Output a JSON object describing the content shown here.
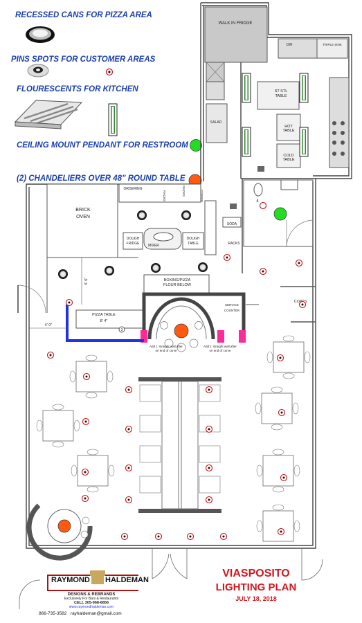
{
  "legend": {
    "recessed": "RECESSED  CANS FOR PIZZA AREA",
    "pin_spots": "PINS SPOTS FOR CUSTOMER AREAS",
    "fluorescents": "FLOURESCENTS FOR KITCHEN",
    "pendant": "CEILING MOUNT PENDANT FOR RESTROOM",
    "chandeliers": "(2) CHANDELIERS OVER 48\" ROUND TABLE"
  },
  "rooms": {
    "walk_in": "WALK IN FRIDGE",
    "dw": "DW",
    "triple_sink": "TRIPLE SINK",
    "st_stl_table_1": "ST STL",
    "st_stl_table_2": "TABLE",
    "salad": "SALAD",
    "hot_table_1": "HOT",
    "hot_table_2": "TABLE",
    "cold_table_1": "COLD",
    "cold_table_2": "TABLE",
    "ordering": "ORDERING",
    "racks_1": "RACKS",
    "racks_2": "RACKS",
    "coffee": "COFFEE",
    "brick_oven_1": "BRICK",
    "brick_oven_2": "OVEN",
    "soda": "SODA",
    "racks_3": "RACKS",
    "dough_fridge_1": "DOUGH",
    "dough_fridge_2": "FRIDGE",
    "mixer": "MIXER",
    "dough_table_1": "DOUGH",
    "dough_table_2": "TABLE",
    "boxing_1": "BOXING/PIZZA",
    "boxing_2": "FLOUR BELOW",
    "pizza_table": "PIZZA TABLE",
    "dim_86": "8' 4\"",
    "dim_66": "6' 6\"",
    "dim_40": "4' 0\"",
    "coats": "COATS",
    "service_1": "SERVICE",
    "service_2": "COUNTER",
    "wall_note_left_1": "Add 1' straight wall after",
    "wall_note_left_2": "on end of curve",
    "wall_note_right_1": "Add 1' straight wall after",
    "wall_note_right_2": "on end of curve",
    "toilet_num": "4",
    "circle_num": "3"
  },
  "logo": {
    "name_left": "RAYMOND",
    "name_right": "HALDEMAN",
    "tagline": "DESIGNS & REBRANDS",
    "sub": "Exclusively For Bars & Restaurants",
    "cell": "CELL 305-968-6856",
    "web": "www.raymondhaldeman.com",
    "phone": "866-735-3582",
    "email": "rayhaldeman@gmail.com"
  },
  "title": {
    "line1": "VIASPOSITO",
    "line2": "LIGHTING PLAN",
    "date": "JULY 18, 2018"
  },
  "colors": {
    "legend_blue": "#1a3fb0",
    "title_red": "#d8141c",
    "pendant_green": "#22dd22",
    "chandelier_orange": "#ff5a10",
    "wall_blue": "#2233dd",
    "wall_pink": "#ff2a9a",
    "pin_red": "#d01010"
  }
}
